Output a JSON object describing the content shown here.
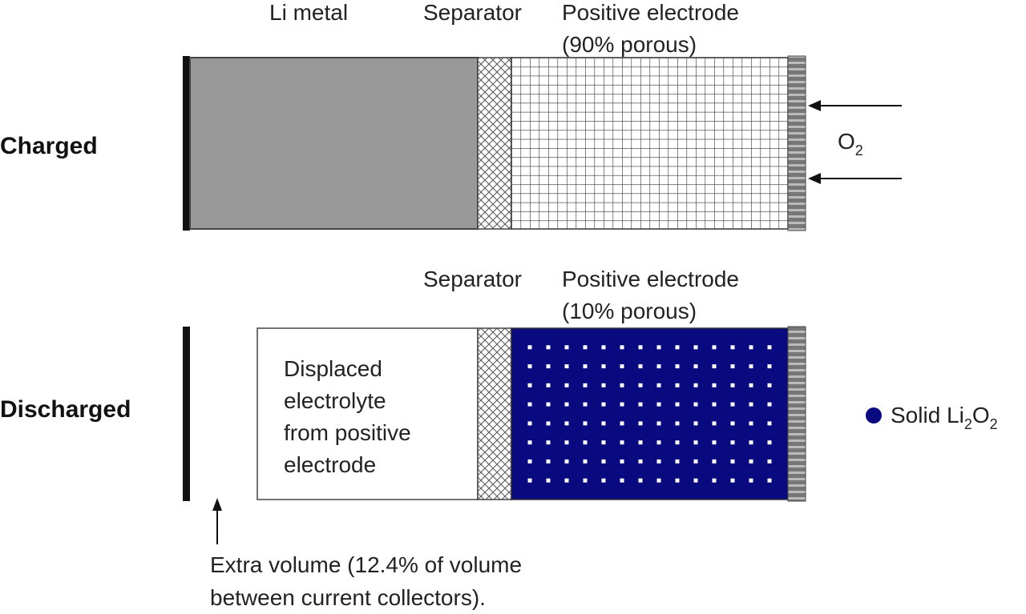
{
  "charged": {
    "state_label": "Charged",
    "li_metal_label": "Li metal",
    "separator_label": "Separator",
    "positive_electrode_label": "Positive electrode",
    "porosity_label": "(90% porous)",
    "o2_label_main": "O",
    "o2_label_sub": "2"
  },
  "discharged": {
    "state_label": "Discharged",
    "separator_label": "Separator",
    "positive_electrode_label": "Positive electrode",
    "porosity_label": "(10% porous)",
    "displaced_lines": [
      "Displaced",
      "electrolyte",
      "from positive",
      "electrode"
    ],
    "extra_volume_lines": [
      "Extra volume (12.4% of volume",
      "between current collectors)."
    ]
  },
  "legend": {
    "text_main": "Solid Li",
    "sub1": "2",
    "mid": "O",
    "sub2": "2",
    "dot_color": "#0a0a80"
  },
  "colors": {
    "li_metal_fill": "#999999",
    "collector": "#888888",
    "li2o2_dot": "#0a0a80"
  }
}
